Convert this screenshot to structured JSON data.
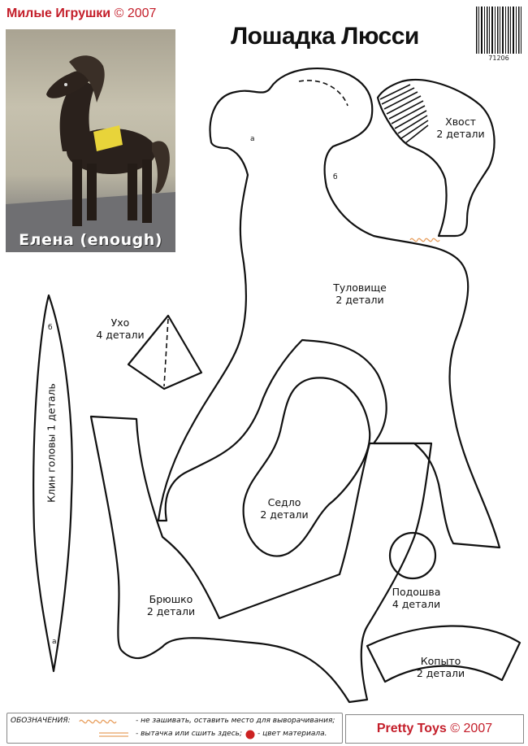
{
  "header": {
    "brand_name": "Милые Игрушки",
    "brand_year": "© 2007",
    "title": "Лошадка Люсси",
    "barcode_number": "71206"
  },
  "photo": {
    "caption": "Елена (enough)"
  },
  "pieces": {
    "tail": {
      "name": "Хвост",
      "count": "2 детали"
    },
    "body": {
      "name": "Туловище",
      "count": "2 детали"
    },
    "ear": {
      "name": "Ухо",
      "count": "4 детали"
    },
    "head_gusset": {
      "label": "Клин головы 1 деталь"
    },
    "saddle": {
      "name": "Седло",
      "count": "2 детали"
    },
    "belly": {
      "name": "Брюшко",
      "count": "2 детали"
    },
    "sole": {
      "name": "Подошва",
      "count": "4 детали"
    },
    "hoof": {
      "name": "Копыто",
      "count": "2 детали"
    }
  },
  "marks": {
    "a": "а",
    "b": "б"
  },
  "legend": {
    "heading": "ОБОЗНАЧЕНИЯ:",
    "no_sew": "- не зашивать, оставить место  для выворачивания;",
    "dart": "- вытачка или сшить здесь;",
    "color": "- цвет материала."
  },
  "footer_brand": {
    "name": "Pretty Toys",
    "year": "© 2007"
  },
  "colors": {
    "brand_red": "#c41e2a",
    "outline": "#111111",
    "fabric_dot": "#cc2222"
  }
}
